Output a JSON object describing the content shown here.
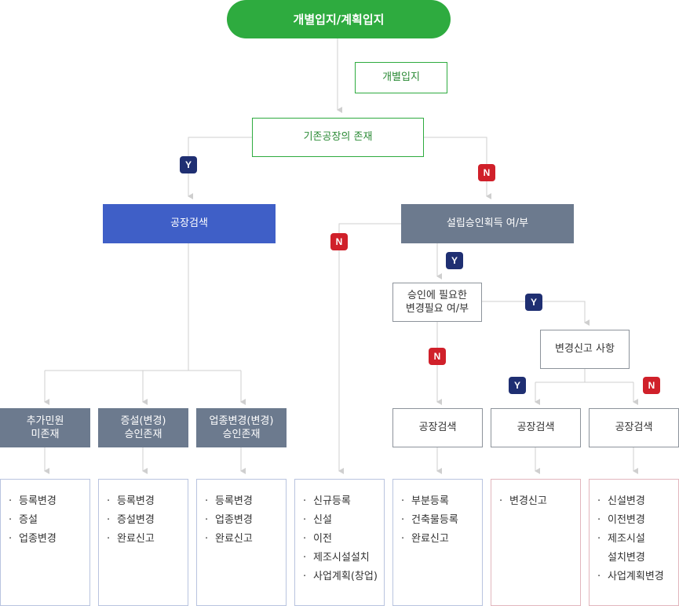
{
  "root": "개별입지/계획입지",
  "branch_label": "개별입지",
  "q_existing": "기존공장의 존재",
  "factory_search_main": "공장검색",
  "q_approval": "설립승인획득 여/부",
  "q_change_line1": "승인에 필요한",
  "q_change_line2": "변경필요 여/부",
  "change_report": "변경신고 사항",
  "yes": "Y",
  "no": "N",
  "cat1_line1": "추가민원",
  "cat1_line2": "미존재",
  "cat2_line1": "증설(변경)",
  "cat2_line2": "승인존재",
  "cat3_line1": "업종변경(변경)",
  "cat3_line2": "승인존재",
  "search_a": "공장검색",
  "search_b": "공장검색",
  "search_c": "공장검색",
  "leaf1": [
    "등록변경",
    "증설",
    "업종변경"
  ],
  "leaf2": [
    "등록변경",
    "증설변경",
    "완료신고"
  ],
  "leaf3": [
    "등록변경",
    "업종변경",
    "완료신고"
  ],
  "leaf4": [
    "신규등록",
    "신설",
    "이전",
    "제조시설설치",
    "사업계획(창업)"
  ],
  "leaf5": [
    "부분등록",
    "건축물등록",
    "완료신고"
  ],
  "leaf6": [
    "변경신고"
  ],
  "leaf7": [
    "신설변경",
    "이전변경",
    "제조시설",
    "설치변경",
    "사업계획변경"
  ],
  "colors": {
    "green": "#2eab3f",
    "blue": "#3f5fc7",
    "slate": "#6c7a8e",
    "yes_badge": "#1f2f72",
    "no_badge": "#d0202a",
    "line": "#cfcfcf"
  }
}
